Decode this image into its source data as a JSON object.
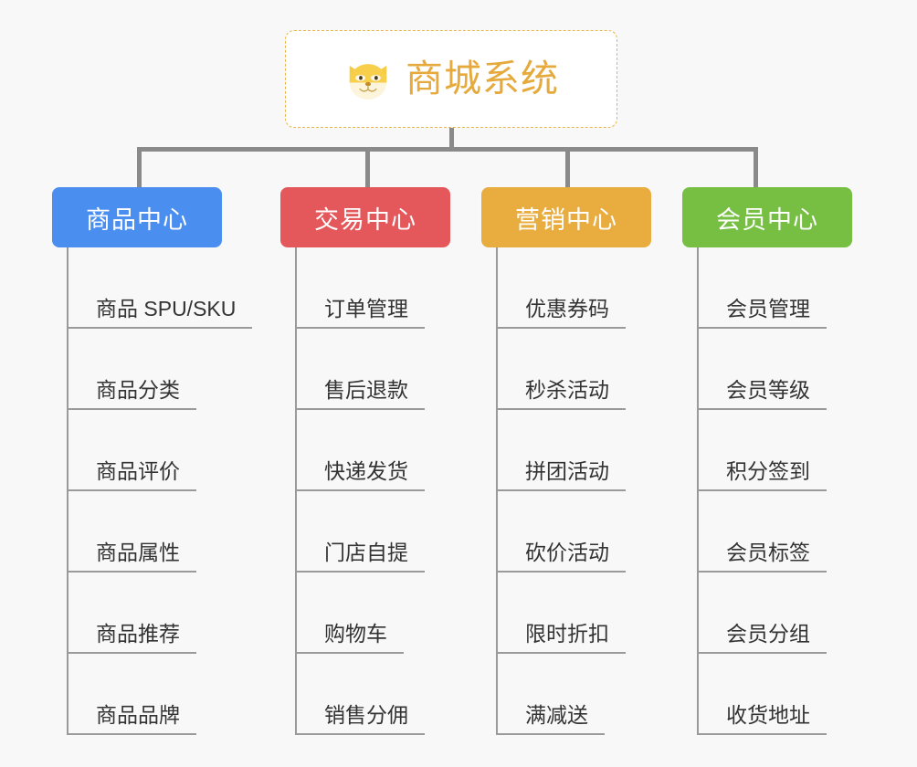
{
  "background_color": "#f8f8f8",
  "root": {
    "icon": "shiba-dog-face-icon",
    "title": "商城系统",
    "title_color": "#e5a93c",
    "border_color": "#e9b44c",
    "background_color": "#ffffff"
  },
  "connector_color": "#8a8a8a",
  "branches": [
    {
      "label": "商品中心",
      "color": "#4a8ef0",
      "items": [
        "商品 SPU/SKU",
        "商品分类",
        "商品评价",
        "商品属性",
        "商品推荐",
        "商品品牌"
      ]
    },
    {
      "label": "交易中心",
      "color": "#e4585b",
      "items": [
        "订单管理",
        "售后退款",
        "快递发货",
        "门店自提",
        "购物车",
        "销售分佣"
      ]
    },
    {
      "label": "营销中心",
      "color": "#e9ad3f",
      "items": [
        "优惠券码",
        "秒杀活动",
        "拼团活动",
        "砍价活动",
        "限时折扣",
        "满减送"
      ]
    },
    {
      "label": "会员中心",
      "color": "#76bf43",
      "items": [
        "会员管理",
        "会员等级",
        "积分签到",
        "会员标签",
        "会员分组",
        "收货地址"
      ]
    }
  ]
}
